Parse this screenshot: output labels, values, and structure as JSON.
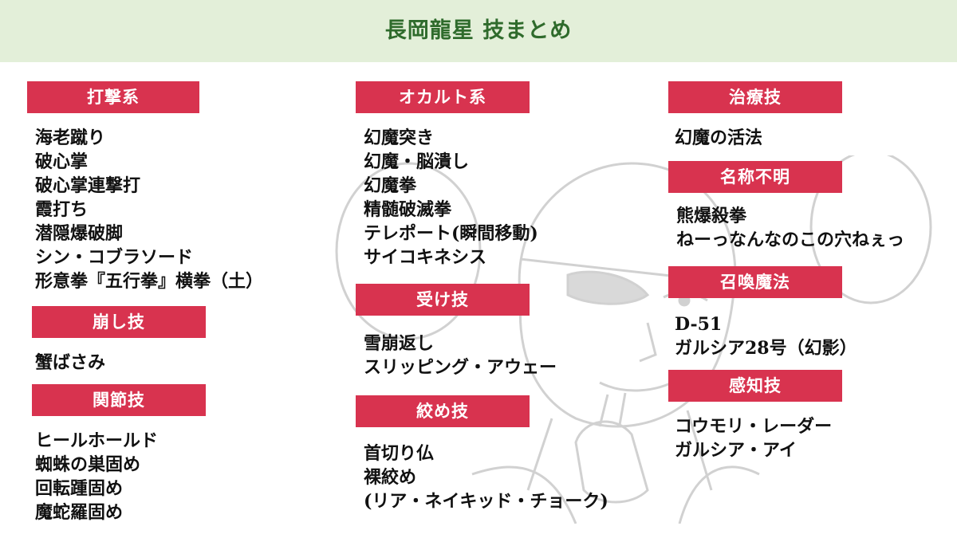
{
  "header": {
    "title": "長岡龍星 技まとめ",
    "background_color": "#e3efd9",
    "title_color": "#2f6b2c"
  },
  "accent_color": "#d8334f",
  "categories": [
    {
      "label": "打撃系",
      "items": [
        "海老蹴り",
        "破心掌",
        "破心掌連撃打",
        "霞打ち",
        "潜隠爆破脚",
        "シン・コブラソード",
        "形意拳『五行拳』横拳（土）"
      ]
    },
    {
      "label": "崩し技",
      "items": [
        "蟹ばさみ"
      ]
    },
    {
      "label": "関節技",
      "items": [
        "ヒールホールド",
        "蜘蛛の巣固め",
        "回転踵固め",
        "魔蛇羅固め"
      ]
    },
    {
      "label": "オカルト系",
      "items": [
        "幻魔突き",
        "幻魔・脳潰し",
        "幻魔拳",
        "精髄破滅拳",
        "テレポート(瞬間移動)",
        "サイコキネシス"
      ]
    },
    {
      "label": "受け技",
      "items": [
        "雪崩返し",
        "スリッピング・アウェー"
      ]
    },
    {
      "label": "絞め技",
      "items": [
        "首切り仏",
        "裸絞め",
        "(リア・ネイキッド・チョーク)"
      ]
    },
    {
      "label": "治療技",
      "items": [
        "幻魔の活法"
      ]
    },
    {
      "label": "名称不明",
      "items": [
        "熊爆殺拳",
        "ねーっなんなのこの穴ねぇっ"
      ]
    },
    {
      "label": "召喚魔法",
      "items": [
        "D-51",
        "ガルシア28号（幻影）"
      ]
    },
    {
      "label": "感知技",
      "items": [
        "コウモリ・レーダー",
        "ガルシア・アイ"
      ]
    }
  ]
}
